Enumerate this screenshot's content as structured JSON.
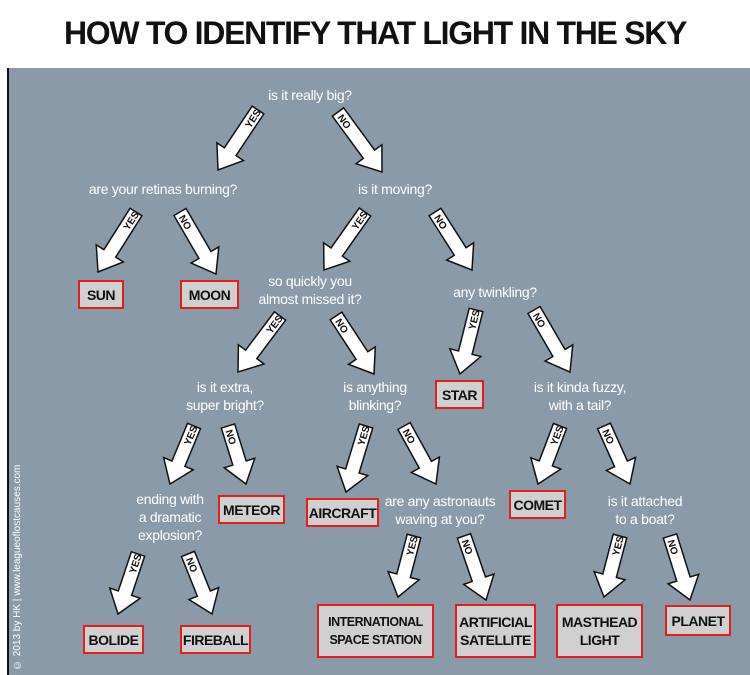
{
  "title": "HOW TO IDENTIFY THAT LIGHT IN THE SKY",
  "credit": "© 2013 by HK | www.leagueoflostcauses.com",
  "questions": {
    "really_big": "is it really big?",
    "retinas": "are your retinas burning?",
    "moving": "is it moving?",
    "quickly": "so quickly you\nalmost missed it?",
    "twinkling": "any twinkling?",
    "extra_bright": "is it extra,\nsuper bright?",
    "blinking": "is anything\nblinking?",
    "fuzzy": "is it kinda fuzzy,\nwith a tail?",
    "explosion": "ending with\na dramatic\nexplosion?",
    "astronauts": "are any astronauts\nwaving at you?",
    "boat": "is it attached\nto a boat?"
  },
  "answers": {
    "sun": "SUN",
    "moon": "MOON",
    "star": "STAR",
    "meteor": "METEOR",
    "aircraft": "AIRCRAFT",
    "comet": "COMET",
    "bolide": "BOLIDE",
    "fireball": "FIREBALL",
    "iss": "INTERNATIONAL\nSPACE STATION",
    "satellite": "ARTIFICIAL\nSATELLITE",
    "masthead": "MASTHEAD\nLIGHT",
    "planet": "PLANET"
  },
  "arrows": [
    "YES",
    "NO",
    "YES",
    "NO",
    "YES",
    "NO",
    "YES",
    "NO",
    "YES",
    "NO",
    "YES",
    "NO",
    "YES",
    "NO",
    "YES",
    "NO",
    "YES",
    "NO",
    "YES",
    "NO",
    "YES",
    "NO"
  ],
  "colors": {
    "panel": "#8a9aa8",
    "box_border": "#e0201c",
    "box_fill": "#d0d0d0"
  }
}
